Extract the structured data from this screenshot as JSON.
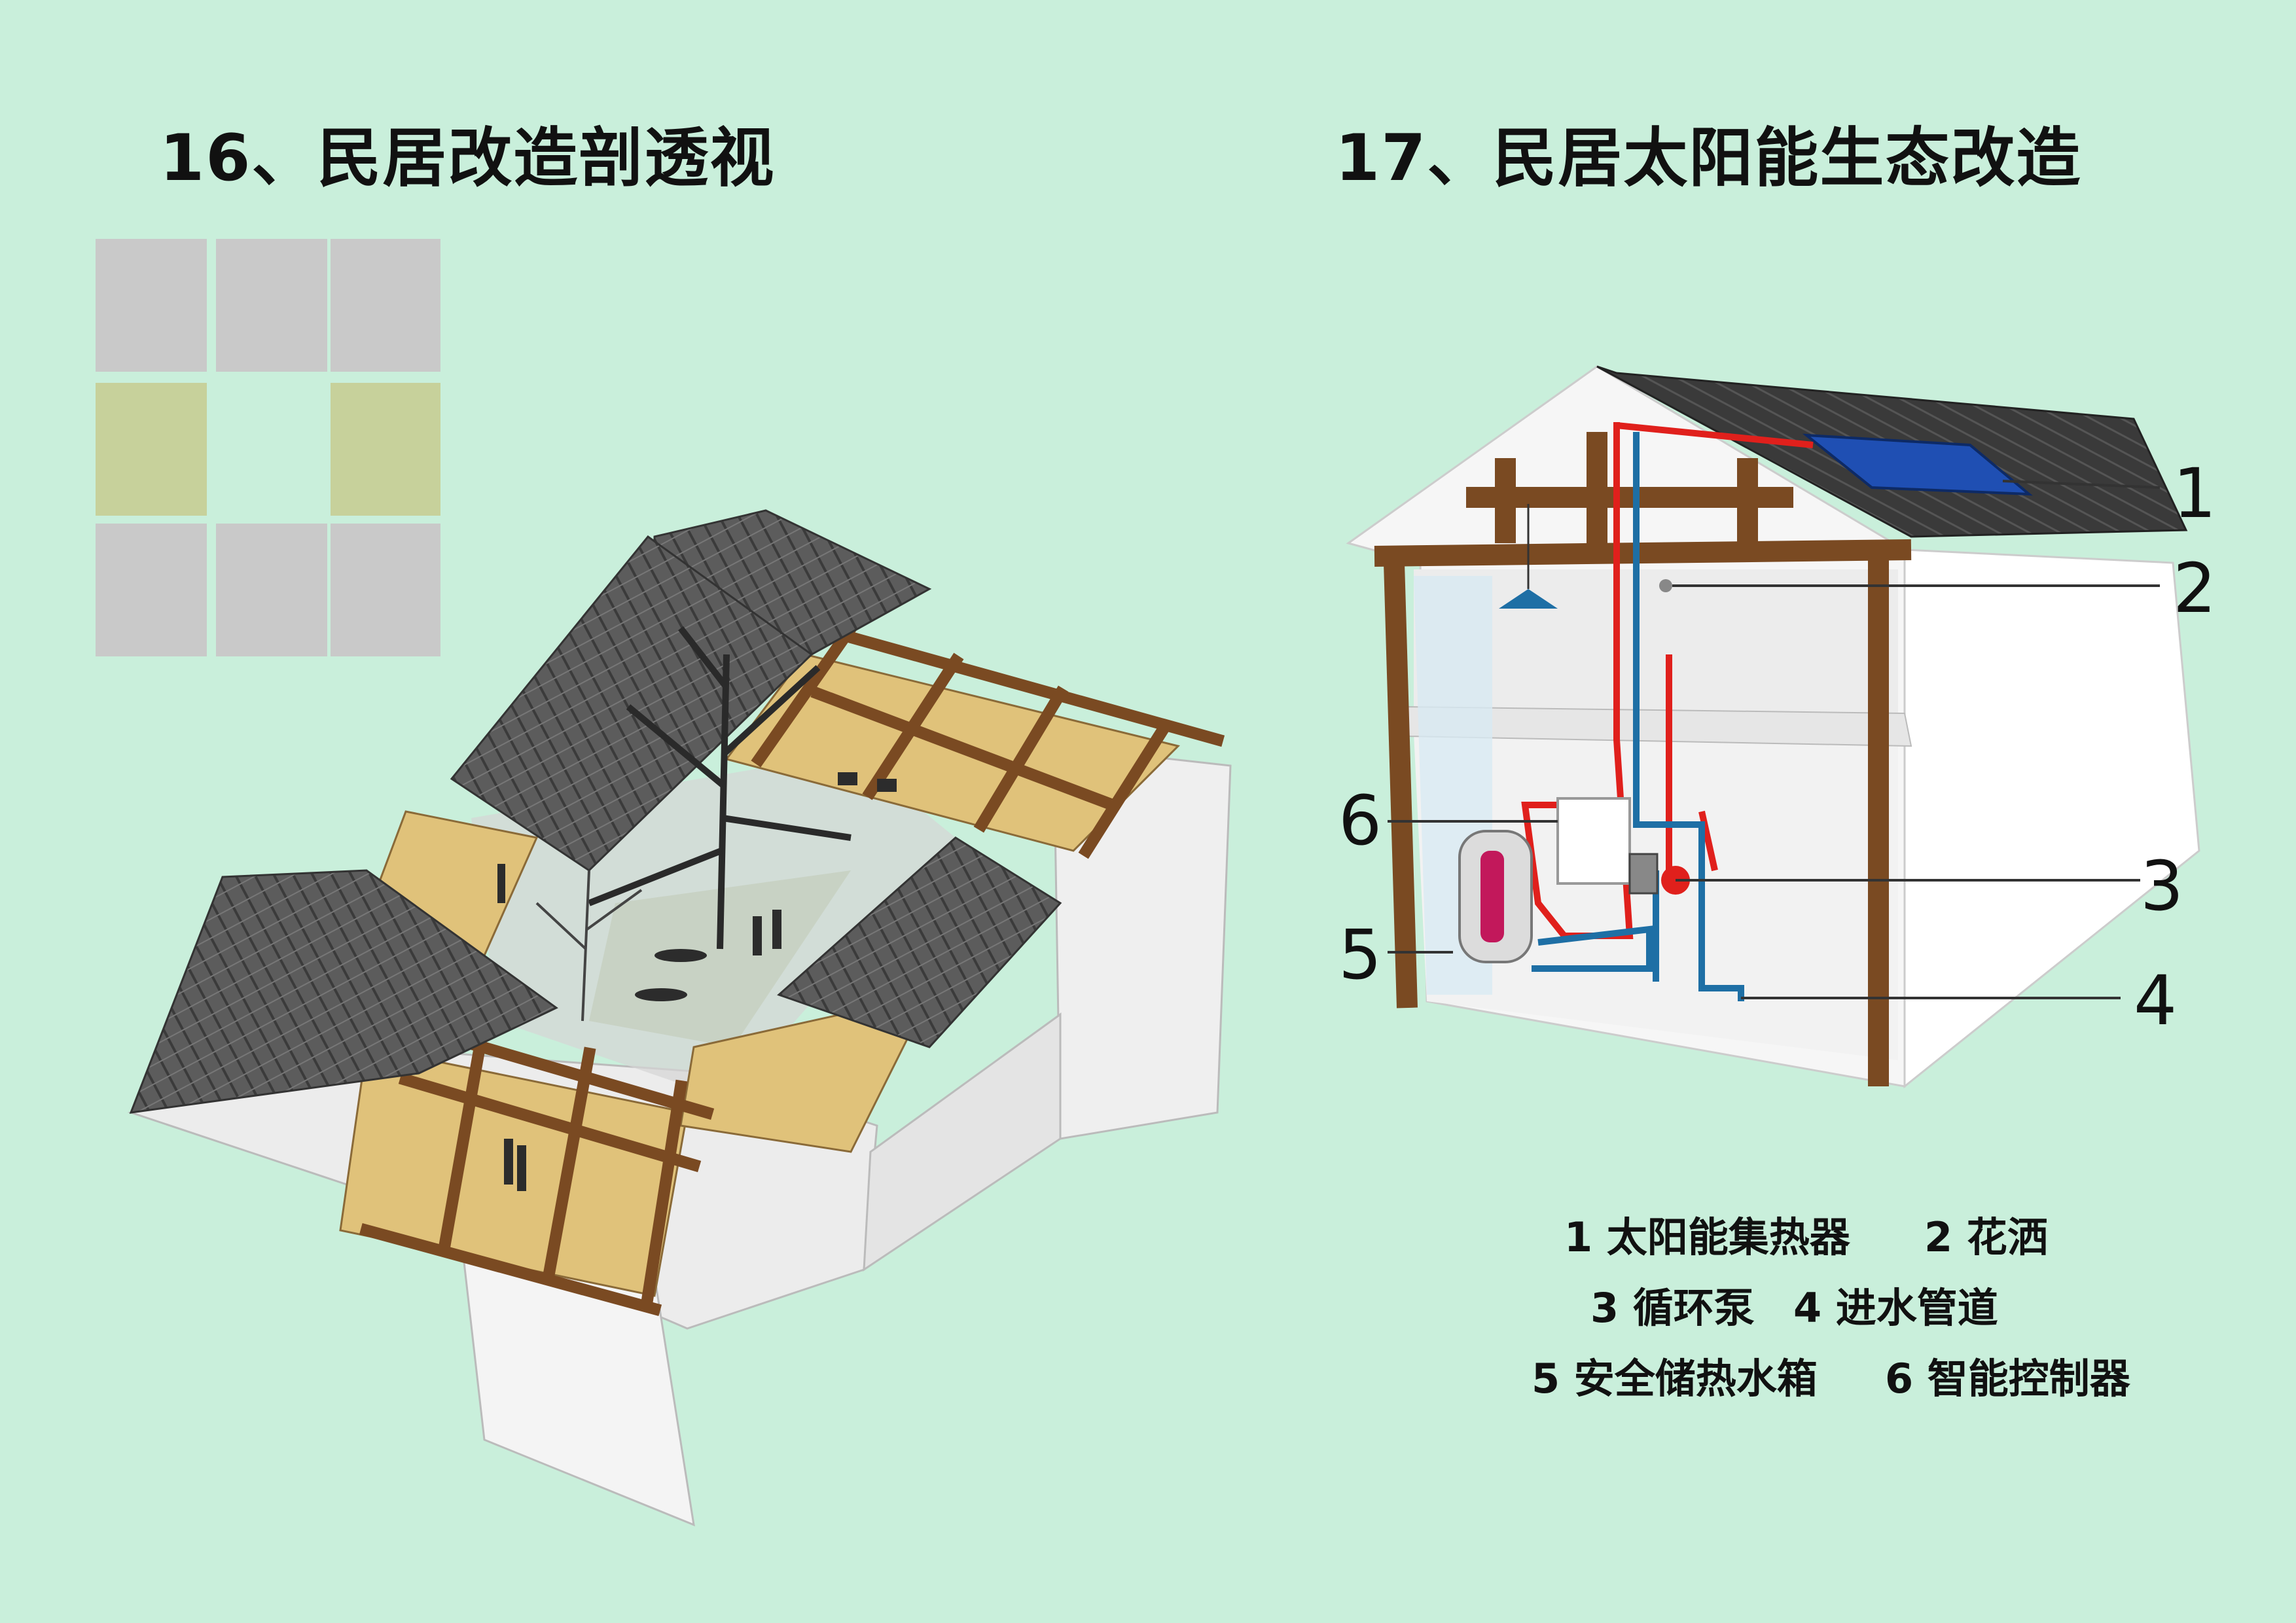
{
  "titles": {
    "left": "16、民居改造剖透视",
    "right": "17、民居太阳能生态改造"
  },
  "colors": {
    "background": "#c9efdb",
    "plan_gray": "#c9c9c9",
    "plan_olive": "#c7d19b",
    "roof_tile": "#5c5c5c",
    "timber": "#7a4a22",
    "floor": "#e0c27a",
    "courtyard_grass": "#a9c99a",
    "wall": "#f2f2f2",
    "hot_pipe": "#e0201c",
    "cold_pipe": "#1e6fa5",
    "solar_panel": "#1f4fb3"
  },
  "plan_grid": {
    "rows": [
      [
        "gray",
        "gray",
        "gray"
      ],
      [
        "olive",
        "empty",
        "olive"
      ],
      [
        "gray",
        "gray",
        "gray"
      ]
    ]
  },
  "callouts": [
    "1",
    "2",
    "3",
    "4",
    "5",
    "6"
  ],
  "legend": {
    "rows": [
      [
        "1  太阳能集热器",
        "2 花洒"
      ],
      [
        "3 循环泵",
        "4 进水管道"
      ],
      [
        "5 安全储热水箱",
        "6 智能控制器"
      ]
    ]
  }
}
